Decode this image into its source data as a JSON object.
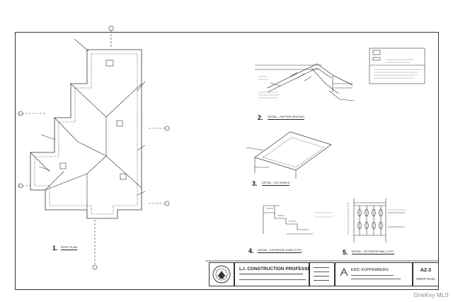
{
  "sheet": {
    "sheet_number": "A2-3",
    "sheet_title": "ROOF PLAN"
  },
  "views": {
    "roof_plan": {
      "number": "1.",
      "title": "ROOF PLAN"
    },
    "rafter_venting": {
      "number": "2.",
      "title": "DETAIL - RAFTER VENTING"
    },
    "ice_shield": {
      "number": "3.",
      "title": "DETAIL - ICE SHIELD"
    },
    "exterior_stair": {
      "number": "4.",
      "title": "DETAIL - EXTERIOR STAIR (TYP.)"
    },
    "exterior_rail": {
      "number": "5.",
      "title": "DETAIL - EXTERIOR RAIL (TYP.)"
    }
  },
  "title_block": {
    "company": "L.I. CONSTRUCTION PROFESSIONALS",
    "architect": "ERIC KUPPERBERG"
  },
  "watermark": "OneKey MLS"
}
